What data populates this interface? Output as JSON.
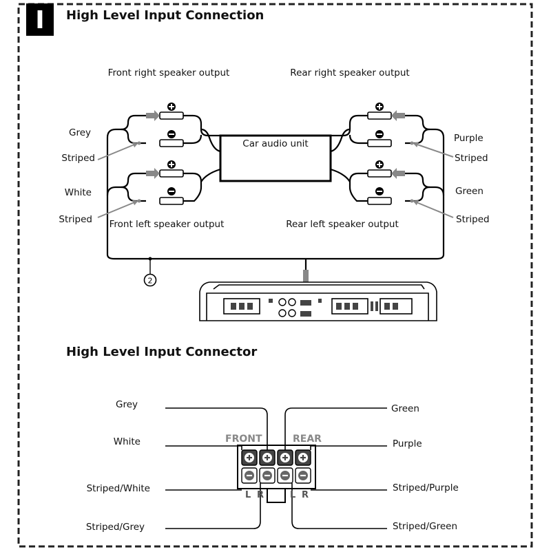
{
  "section": {
    "badge": "I",
    "title": "High Level Input Connection"
  },
  "connection": {
    "front_right": "Front right speaker output",
    "rear_right": "Rear right speaker output",
    "front_left": "Front left speaker output",
    "rear_left": "Rear left speaker output",
    "unit": "Car audio unit",
    "left_wires": [
      "Grey",
      "Striped",
      "White",
      "Striped"
    ],
    "right_wires": [
      "Purple",
      "Striped",
      "Green",
      "Striped"
    ],
    "callout": "2"
  },
  "connector": {
    "title": "High Level Input Connector",
    "front": "FRONT",
    "rear": "REAR",
    "left_labels": [
      "Grey",
      "White",
      "Striped/White",
      "Striped/Grey"
    ],
    "right_labels": [
      "Green",
      "Purple",
      "Striped/Purple",
      "Striped/Green"
    ],
    "channel_labels": [
      "L",
      "R",
      "L",
      "R"
    ]
  },
  "colors": {
    "wire": "#000000",
    "arrow": "#8c8c8c",
    "lead": "#777777"
  }
}
